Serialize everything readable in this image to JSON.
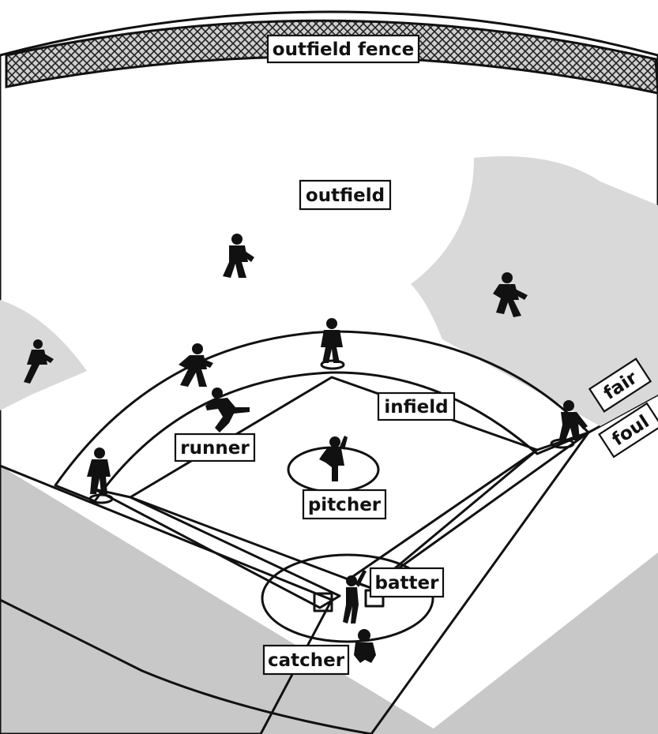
{
  "diagram": {
    "labels": {
      "outfield_fence": "outfield fence",
      "outfield": "outfield",
      "infield": "infield",
      "runner": "runner",
      "pitcher": "pitcher",
      "batter": "batter",
      "catcher": "catcher",
      "fair": "fair",
      "foul": "foul"
    },
    "colors": {
      "outfield_grass": "#a9a9a9",
      "light_grass": "#dadada",
      "foul_territory": "#c8c8c8",
      "dirt": "#f2f2f2",
      "ink": "#111111"
    }
  }
}
